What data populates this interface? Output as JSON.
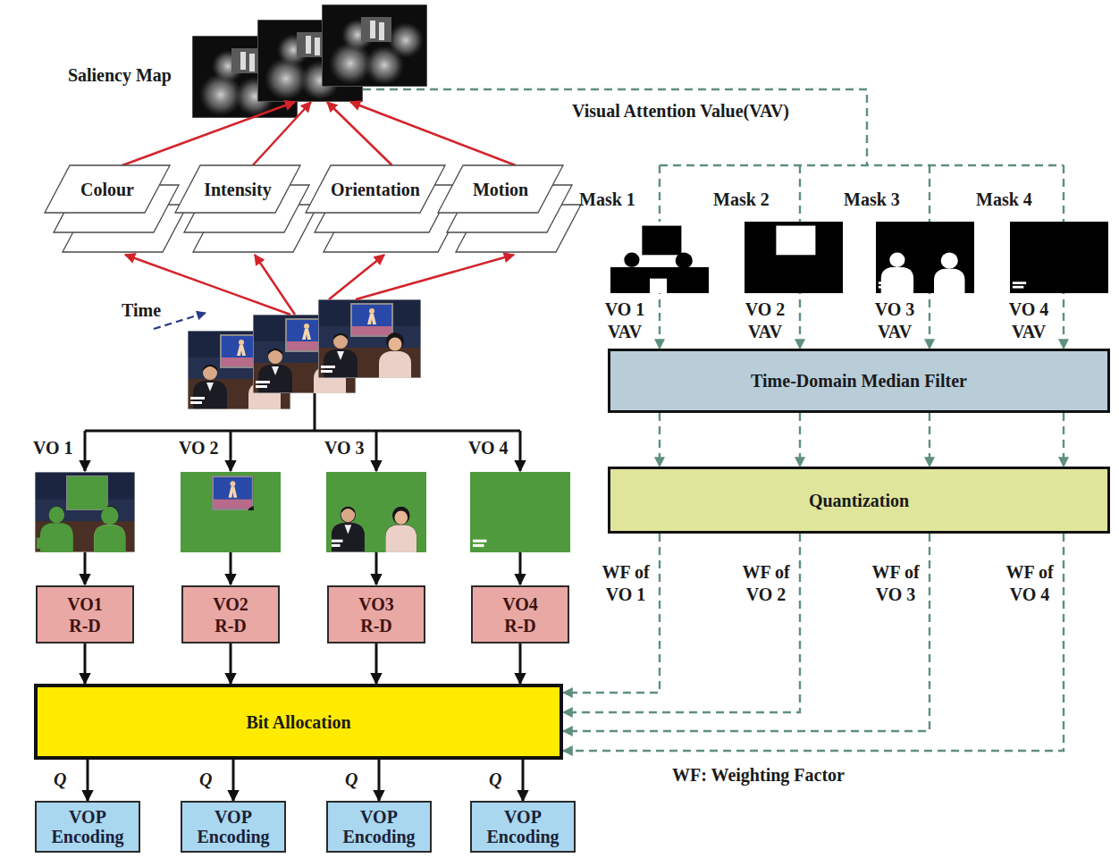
{
  "diagram": {
    "nodes": [
      {
        "text": [
          "Saliency Map"
        ]
      },
      {
        "text": [
          "Colour"
        ]
      },
      {
        "text": [
          "Intensity"
        ]
      },
      {
        "text": [
          "Orientation"
        ]
      },
      {
        "text": [
          "Motion"
        ]
      },
      {
        "text": [
          "Time-Domain Median Filter"
        ]
      },
      {
        "text": [
          "Quantization"
        ]
      },
      {
        "text": [
          "VO1 R-D"
        ]
      },
      {
        "text": [
          "VO2 R-D"
        ]
      },
      {
        "text": [
          "VO3 R-D"
        ]
      },
      {
        "text": [
          "VO4 R-D"
        ]
      },
      {
        "text": [
          "Bit Allocation"
        ]
      },
      {
        "text": [
          "VOP Encoding"
        ]
      },
      {
        "text": [
          "VOP Encoding"
        ]
      },
      {
        "text": [
          "VOP Encoding"
        ]
      },
      {
        "text": [
          "VOP Encoding"
        ]
      }
    ],
    "edges": [
      {
        "from": 1,
        "to": 0,
        "arrow": "to"
      },
      {
        "from": 2,
        "to": 0,
        "arrow": "to"
      },
      {
        "from": 3,
        "to": 0,
        "arrow": "to"
      },
      {
        "from": 4,
        "to": 0,
        "arrow": "to"
      },
      {
        "from": 0,
        "to": 5,
        "label": "Visual Attention Value(VAV)",
        "arrow": "to"
      },
      {
        "from": 5,
        "to": 6,
        "arrow": "to"
      },
      {
        "from": 6,
        "to": 11,
        "arrow": "to"
      },
      {
        "from": 7,
        "to": 11,
        "arrow": "to"
      },
      {
        "from": 8,
        "to": 11,
        "arrow": "to"
      },
      {
        "from": 9,
        "to": 11,
        "arrow": "to"
      },
      {
        "from": 10,
        "to": 11,
        "arrow": "to"
      },
      {
        "from": 11,
        "to": 12,
        "label": "Q",
        "arrow": "to"
      },
      {
        "from": 11,
        "to": 13,
        "label": "Q",
        "arrow": "to"
      },
      {
        "from": 11,
        "to": 14,
        "label": "Q",
        "arrow": "to"
      },
      {
        "from": 11,
        "to": 15,
        "label": "Q",
        "arrow": "to"
      }
    ],
    "labels": [
      "Time",
      "VO 1",
      "VO 2",
      "VO 3",
      "VO 4",
      "Mask 1",
      "Mask 2",
      "Mask 3",
      "Mask 4",
      "VO 1 VAV",
      "VO 2 VAV",
      "VO 3 VAV",
      "VO 4 VAV",
      "WF of VO 1",
      "WF of VO 2",
      "WF of VO 3",
      "WF of VO 4",
      "WF: Weighting Factor"
    ]
  }
}
